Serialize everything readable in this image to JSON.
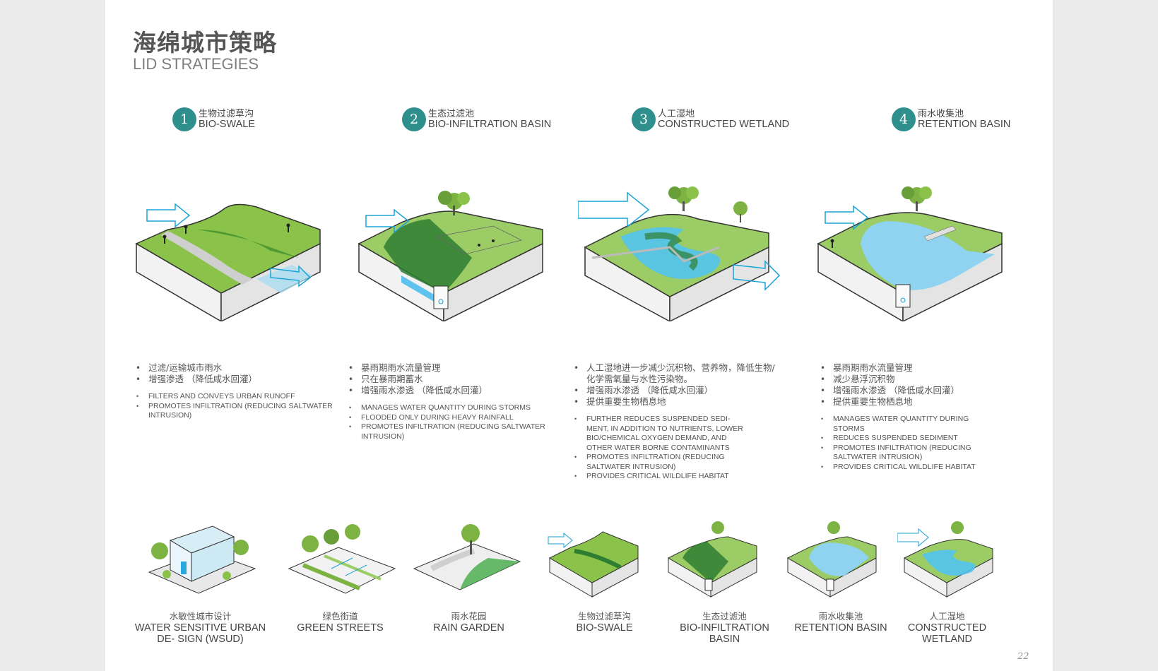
{
  "header": {
    "title_zh": "海绵城市策略",
    "title_en": "LID STRATEGIES"
  },
  "strategies": [
    {
      "num": "1",
      "zh": "生物过滤草沟",
      "en": "BIO-SWALE",
      "zh_points": [
        "过滤/运输城市雨水",
        "增强渗透 （降低咸水回灌）"
      ],
      "en_points": [
        "FILTERS AND CONVEYS URBAN RUNOFF",
        "PROMOTES INFILTRATION (REDUCING SALTWATER INTRUSION)"
      ]
    },
    {
      "num": "2",
      "zh": "生态过滤池",
      "en": "BIO-INFILTRATION BASIN",
      "zh_points": [
        "暴雨期雨水流量管理",
        "只在暴雨期蓄水",
        "增强雨水渗透 （降低咸水回灌）"
      ],
      "en_points": [
        "MANAGES WATER QUANTITY DURING STORMS",
        "FLOODED ONLY DURING HEAVY RAINFALL",
        "PROMOTES INFILTRATION (REDUCING SALTWATER INTRUSION)"
      ]
    },
    {
      "num": "3",
      "zh": "人工湿地",
      "en": "CONSTRUCTED WETLAND",
      "zh_points": [
        "人工湿地进一步减少沉积物、营养物，降低生物/化学需氧量与水性污染物。",
        "增强雨水渗透 （降低咸水回灌）",
        "提供重要生物栖息地"
      ],
      "en_points": [
        "FURTHER REDUCES SUSPENDED SEDI- MENT, IN ADDITION TO NUTRIENTS, LOWER BIO/CHEMICAL OXYGEN DEMAND, AND OTHER WATER BORNE CONTAMINANTS",
        "PROMOTES INFILTRATION (REDUCING SALTWATER INTRUSION)",
        "PROVIDES CRITICAL WILDLIFE HABITAT"
      ]
    },
    {
      "num": "4",
      "zh": "雨水收集池",
      "en": "RETENTION BASIN",
      "zh_points": [
        "暴雨期雨水流量管理",
        "减少悬浮沉积物",
        "增强雨水渗透 （降低咸水回灌）",
        "提供重要生物栖息地"
      ],
      "en_points": [
        "MANAGES WATER QUANTITY DURING STORMS",
        "REDUCES SUSPENDED SEDIMENT",
        "PROMOTES INFILTRATION (REDUCING SALTWATER INTRUSION)",
        "PROVIDES CRITICAL WILDLIFE HABITAT"
      ]
    }
  ],
  "thumbnails": [
    {
      "zh": "水敏性城市设计",
      "en": "WATER SENSITIVE URBAN DE- SIGN (WSUD)"
    },
    {
      "zh": "绿色街道",
      "en": "GREEN STREETS"
    },
    {
      "zh": "雨水花园",
      "en": "RAIN GARDEN"
    },
    {
      "zh": "生物过滤草沟",
      "en": "BIO-SWALE"
    },
    {
      "zh": "生态过滤池",
      "en": "BIO-INFILTRATION BASIN"
    },
    {
      "zh": "雨水收集池",
      "en": "RETENTION BASIN"
    },
    {
      "zh": "人工湿地",
      "en": "CONSTRUCTED WETLAND"
    }
  ],
  "page_number": "22",
  "colors": {
    "badge": "#2f8f8d",
    "grass": "#7cb342",
    "water": "#8fd3f0",
    "arrow": "#1aa3d6"
  }
}
